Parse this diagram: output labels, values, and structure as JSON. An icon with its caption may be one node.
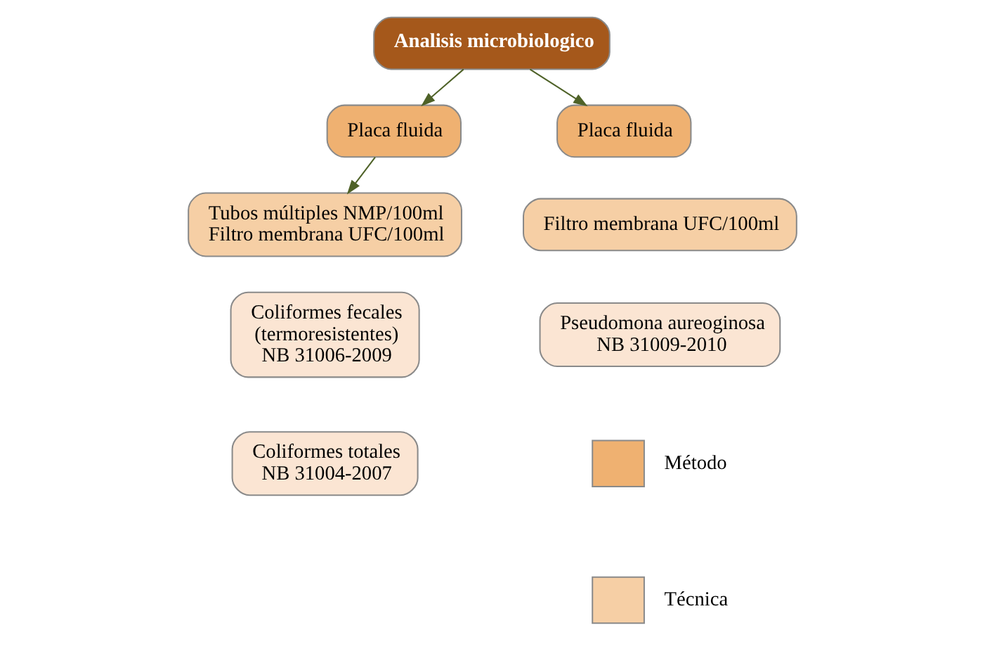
{
  "diagram": {
    "nodes": [
      {
        "text": [
          "Analisis microbiologico"
        ]
      },
      {
        "text": [
          "Placa fluida"
        ]
      },
      {
        "text": [
          "Placa fluida"
        ]
      },
      {
        "text": [
          "Tubos múltiples NMP/100ml Filtro membrana UFC/100ml"
        ]
      },
      {
        "text": [
          "Filtro membrana UFC/100ml"
        ]
      },
      {
        "text": [
          "Coliformes fecales (termoresistentes) NB 31006-2009"
        ]
      },
      {
        "text": [
          "Pseudomona aureoginosa NB 31009-2010"
        ]
      },
      {
        "text": [
          "Coliformes totales NB 31004-2007"
        ]
      }
    ],
    "edges": [
      {
        "from": 0,
        "to": 1,
        "arrow": "to"
      },
      {
        "from": 0,
        "to": 2,
        "arrow": "to"
      },
      {
        "from": 1,
        "to": 3,
        "arrow": "to"
      }
    ],
    "legend": [
      {
        "text": "Método",
        "color": "#efb171"
      },
      {
        "text": "Técnica",
        "color": "#f6cfa5"
      }
    ]
  }
}
